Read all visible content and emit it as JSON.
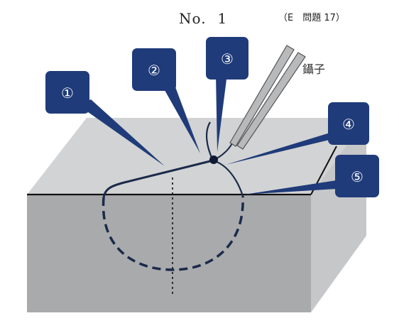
{
  "header": {
    "title_prefix": "No.",
    "title_number": "1",
    "subtitle": "（E　問題 17）"
  },
  "callouts": [
    {
      "id": "1",
      "label": "①"
    },
    {
      "id": "2",
      "label": "②"
    },
    {
      "id": "3",
      "label": "③"
    },
    {
      "id": "4",
      "label": "④"
    },
    {
      "id": "5",
      "label": "⑤"
    }
  ],
  "tool": {
    "label": "鑷子"
  },
  "colors": {
    "callout_fill": "#1f3b7a",
    "block_top": "#d2d3d4",
    "block_front": "#a9aaac",
    "block_side": "#c6c7c9",
    "suture": "#1b2a4a",
    "forceps": "#b8b9bb"
  }
}
